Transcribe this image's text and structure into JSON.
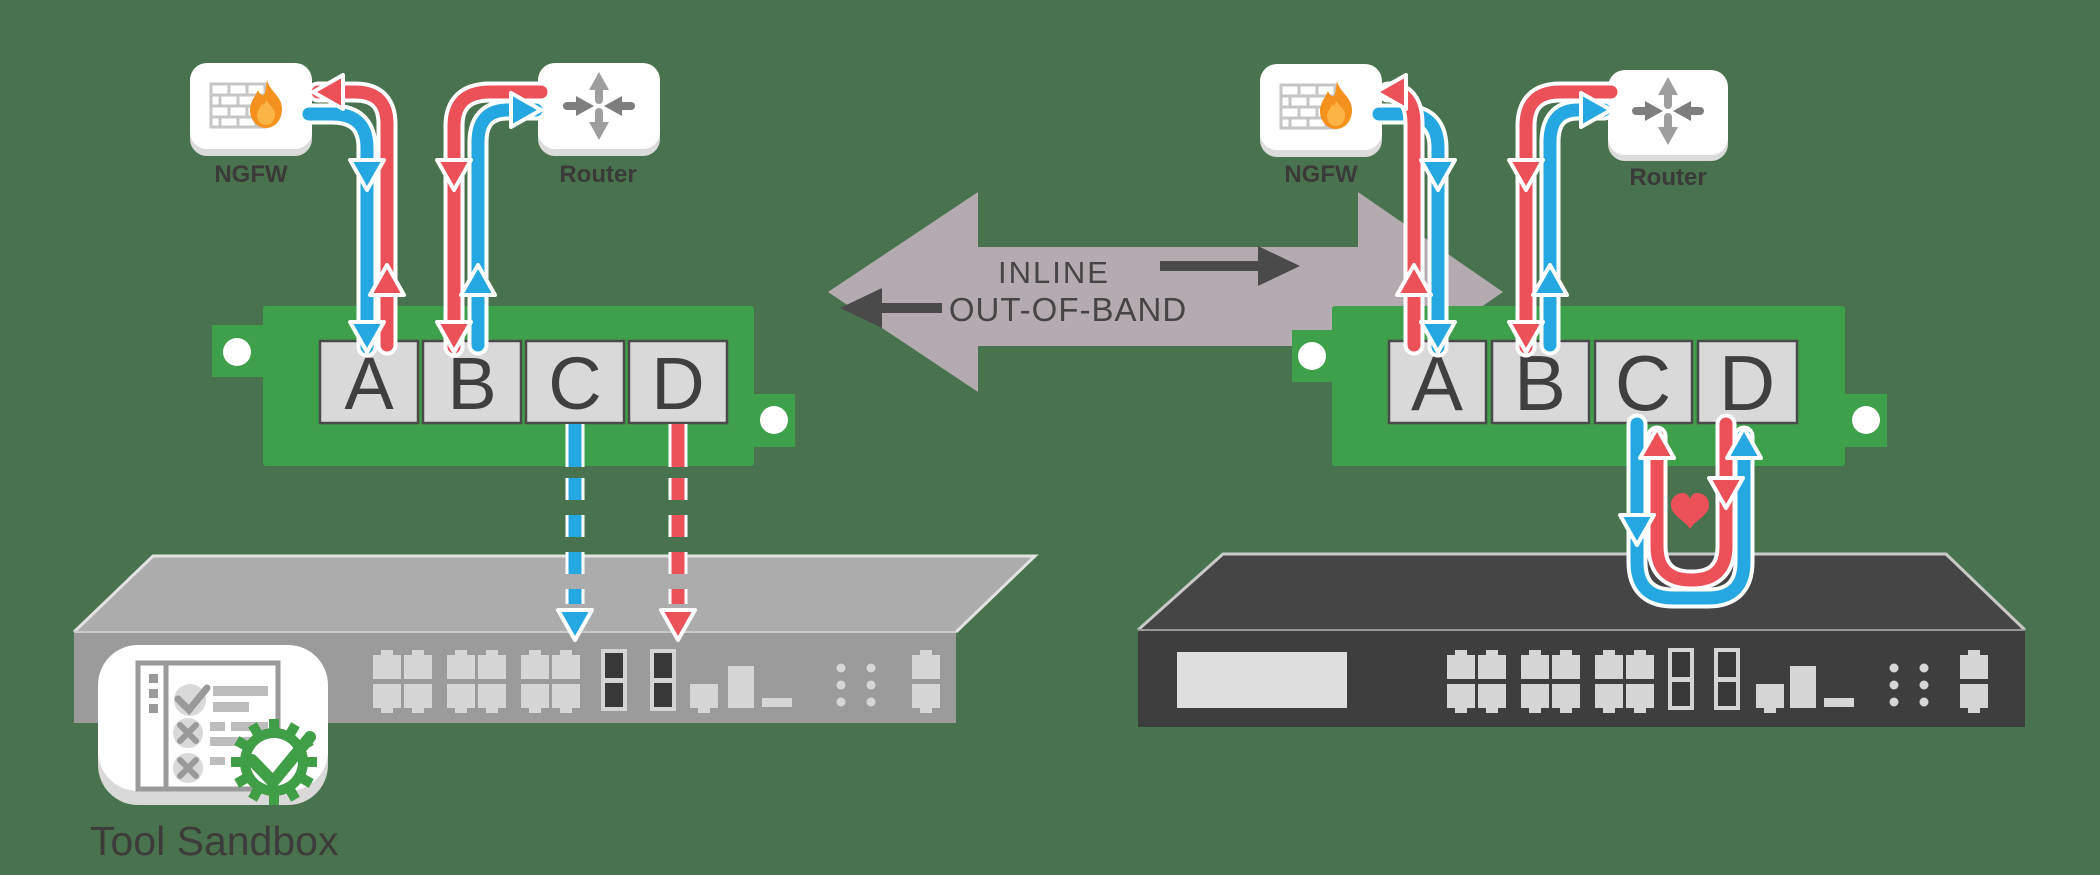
{
  "diagram": {
    "left": {
      "ngfw_label": "NGFW",
      "router_label": "Router",
      "ports": [
        "A",
        "B",
        "C",
        "D"
      ],
      "tool_sandbox_label": "Tool Sandbox",
      "mode": "out-of-band",
      "monitor_ports_dashed": [
        "C",
        "D"
      ]
    },
    "center": {
      "inline_label": "INLINE",
      "out_of_band_label": "OUT-OF-BAND"
    },
    "right": {
      "ngfw_label": "NGFW",
      "router_label": "Router",
      "ports": [
        "A",
        "B",
        "C",
        "D"
      ],
      "mode": "inline",
      "heartbeat_ports": [
        "C",
        "D"
      ]
    },
    "colors": {
      "background": "#49734E",
      "module_green": "#3FA04B",
      "traffic_red": "#EC515A",
      "traffic_blue": "#25A8E2",
      "direction_arrow_gray": "#B4ABB0",
      "inline_appliance_dark": "#3E3E3E",
      "oob_appliance_gray": "#9B9B9B",
      "sandbox_gear_green": "#3F9E46",
      "flame_orange": "#F5921E"
    },
    "icons": [
      "firewall-flame-icon",
      "router-arrows-icon",
      "tool-sandbox-checklist-icon",
      "gear-check-icon",
      "heart-icon"
    ]
  }
}
